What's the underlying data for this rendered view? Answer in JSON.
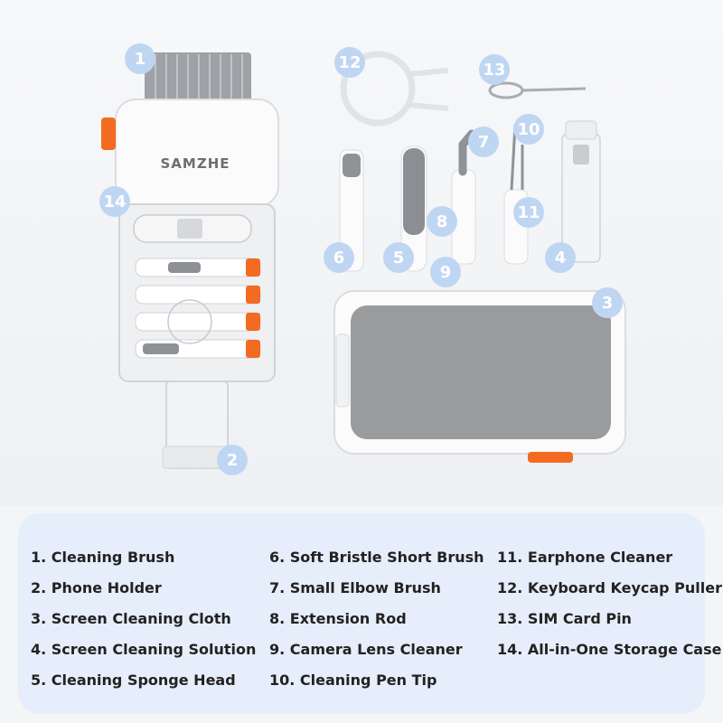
{
  "brand": "SAMZHE",
  "markers": [
    "1",
    "2",
    "3",
    "4",
    "5",
    "6",
    "7",
    "8",
    "9",
    "10",
    "11",
    "12",
    "13",
    "14"
  ],
  "legend": {
    "col1": [
      "1. Cleaning Brush",
      "2. Phone Holder",
      "3. Screen Cleaning Cloth",
      "4. Screen Cleaning Solution",
      "5. Cleaning Sponge Head"
    ],
    "col2": [
      "6. Soft Bristle Short Brush",
      "7. Small Elbow Brush",
      "8. Extension Rod",
      "9. Camera Lens Cleaner",
      "10. Cleaning Pen Tip"
    ],
    "col3": [
      "11. Earphone Cleaner",
      "12. Keyboard Keycap Puller",
      "13. SIM Card Pin",
      "14. All-in-One Storage Case"
    ]
  },
  "colors": {
    "accent": "#f26b21",
    "marker": "#bfd6f3",
    "legend_bg": "#e6eefb",
    "cloth": "#9a9b9d"
  }
}
